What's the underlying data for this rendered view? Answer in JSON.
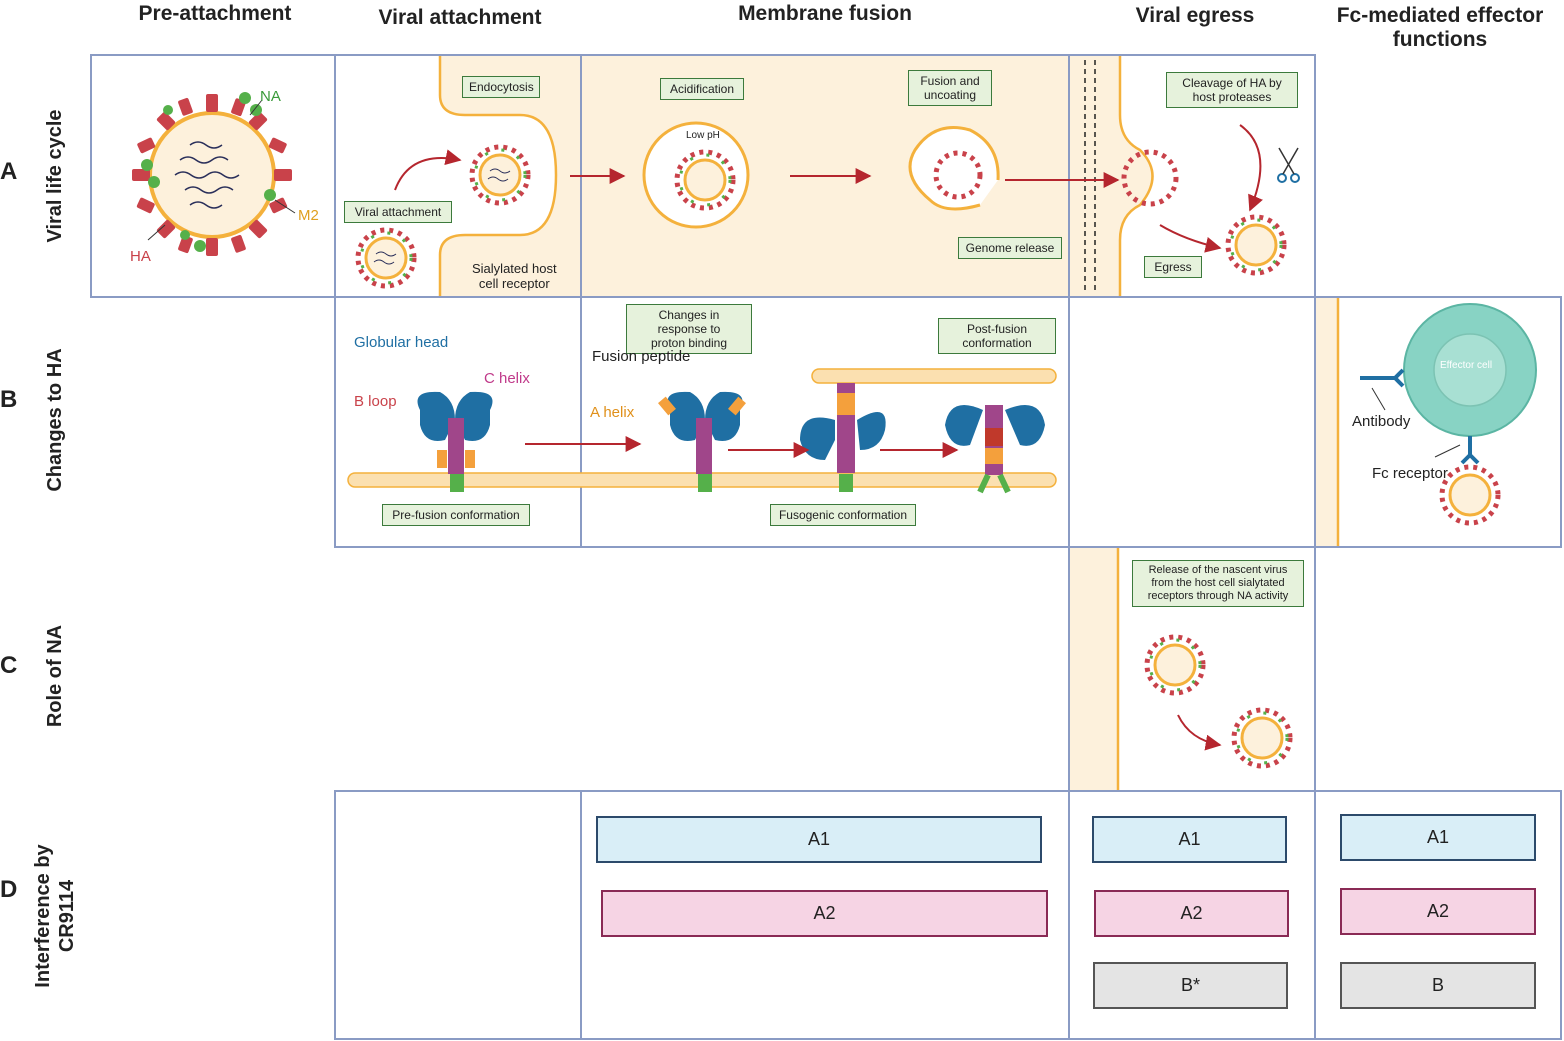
{
  "columns": {
    "pre_attachment": "Pre-attachment",
    "viral_attachment": "Viral attachment",
    "membrane_fusion": "Membrane fusion",
    "viral_egress": "Viral egress",
    "fc_mediated_line1": "Fc-mediated effector",
    "fc_mediated_line2": "functions"
  },
  "rows": {
    "a": {
      "letter": "A",
      "label": "Viral life cycle"
    },
    "b": {
      "letter": "B",
      "label": "Changes to HA"
    },
    "c": {
      "letter": "C",
      "label": "Role of NA"
    },
    "d": {
      "letter": "D",
      "label_line1": "Interference by",
      "label_line2": "CR9114"
    }
  },
  "row_a": {
    "virion_labels": {
      "na": "NA",
      "m2": "M2",
      "ha": "HA"
    },
    "endocytosis": "Endocytosis",
    "viral_attachment": "Viral attachment",
    "sialylated_line1": "Sialylated host",
    "sialylated_line2": "cell receptor",
    "acidification": "Acidification",
    "low_ph": "Low pH",
    "fusion_uncoating_line1": "Fusion and",
    "fusion_uncoating_line2": "uncoating",
    "genome_release": "Genome release",
    "cleavage_line1": "Cleavage of HA by",
    "cleavage_line2": "host proteases",
    "egress": "Egress"
  },
  "row_b": {
    "globular_head": "Globular head",
    "c_helix": "C helix",
    "b_loop": "B loop",
    "pre_fusion": "Pre-fusion conformation",
    "changes_line1": "Changes in response to",
    "changes_line2": "proton binding",
    "fusion_peptide": "Fusion peptide",
    "a_helix": "A helix",
    "post_fusion_line1": "Post-fusion",
    "post_fusion_line2": "conformation",
    "fusogenic": "Fusogenic conformation",
    "effector_cell": "Effector cell",
    "antibody": "Antibody",
    "fc_receptor": "Fc receptor"
  },
  "row_c": {
    "release_line1": "Release of the nascent virus",
    "release_line2": "from the host cell sialytated",
    "release_line3": "receptors through NA activity"
  },
  "row_d": {
    "fusion_a1": "A1",
    "fusion_a2": "A2",
    "egress_a1": "A1",
    "egress_a2": "A2",
    "egress_b": "B*",
    "fc_a1": "A1",
    "fc_a2": "A2",
    "fc_b": "B"
  },
  "colors": {
    "panel_border": "#8a9bc4",
    "beige": "#fdf1dc",
    "membrane": "#f4b13c",
    "ha_red": "#c9424a",
    "na_green": "#55b04a",
    "arrow": "#b5262e",
    "head_blue": "#1f6fa3",
    "stem_purple": "#a0468a",
    "effector_teal": "#88d3c4"
  }
}
